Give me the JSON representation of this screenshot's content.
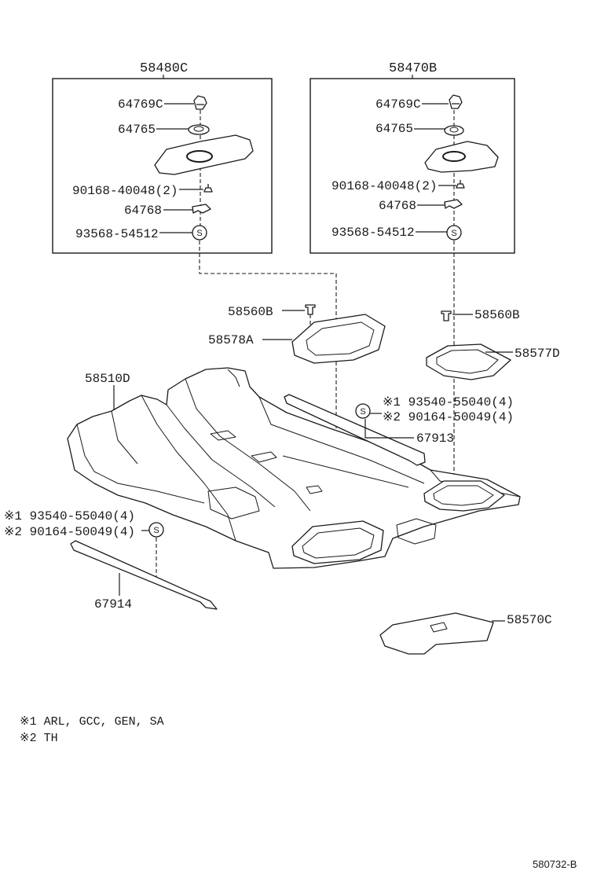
{
  "left_group": {
    "title": "58480C",
    "part_clip": "64769C",
    "part_grommet": "64765",
    "part_screw": "90168-40048(2)",
    "part_bracket": "64768",
    "part_fastener": "93568-54512"
  },
  "right_group": {
    "title": "58470B",
    "part_clip": "64769C",
    "part_grommet": "64765",
    "part_screw": "90168-40048(2)",
    "part_bracket": "64768",
    "part_fastener": "93568-54512"
  },
  "symbol_s": "S",
  "labels": {
    "screw_left": "58560B",
    "frame_left": "58578A",
    "screw_right": "58560B",
    "frame_right": "58577D",
    "floor_carpet": "58510D",
    "fastener_right_1": "※1 93540-55040(4)",
    "fastener_right_2": "※2 90164-50049(4)",
    "bar_right": "67913",
    "fastener_left_1": "※1 93540-55040(4)",
    "fastener_left_2": "※2 90164-50049(4)",
    "bar_left": "67914",
    "mat": "58570C"
  },
  "footnotes": [
    "※1 ARL, GCC, GEN, SA",
    "※2 TH"
  ],
  "drawing_code": "580732-B",
  "colors": {
    "line": "#1a1a1a",
    "background": "#ffffff"
  }
}
